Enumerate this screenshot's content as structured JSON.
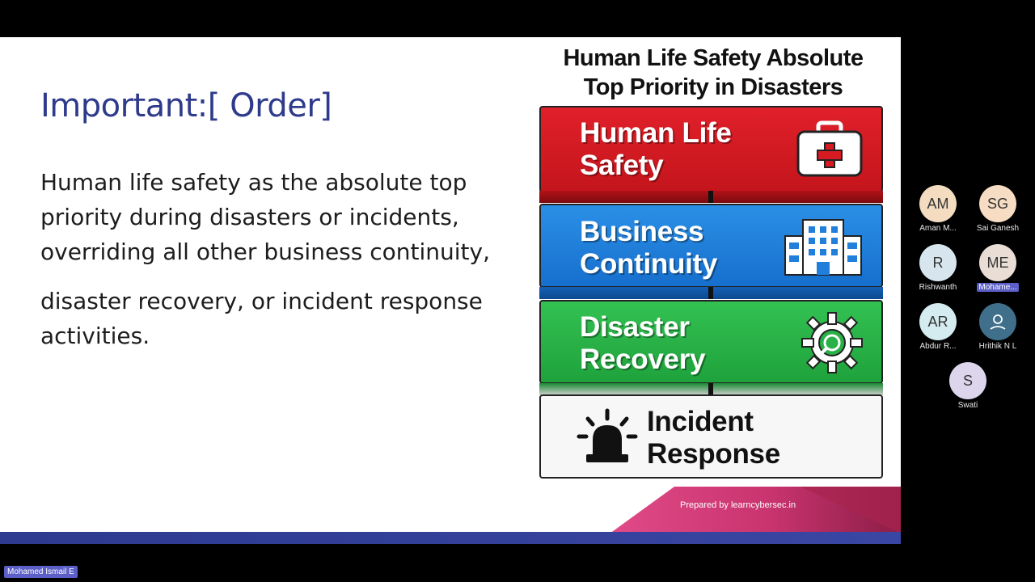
{
  "slide": {
    "title": "Important:[ Order]",
    "paragraph1": "Human life safety as the absolute top priority during disasters or incidents, overriding all other business continuity,",
    "paragraph2": "disaster recovery, or incident response activities."
  },
  "infographic": {
    "title_line1": "Human Life Safety Absolute",
    "title_line2": "Top Priority in Disasters",
    "blocks": [
      {
        "line1": "Human Life",
        "line2": "Safety",
        "color": "#d81b22",
        "icon": "first-aid-kit-icon"
      },
      {
        "line1": "Business",
        "line2": "Continuity",
        "color": "#1f7fdb",
        "icon": "office-building-icon"
      },
      {
        "line1": "Disaster",
        "line2": "Recovery",
        "color": "#27b146",
        "icon": "gear-recovery-icon"
      },
      {
        "line1": "Incident",
        "line2": "Response",
        "color": "#f7f7f7",
        "icon": "alarm-siren-icon"
      }
    ],
    "prepared_by": "Prepared by learncybersec.in"
  },
  "participants": [
    {
      "initials": "AM",
      "name": "Aman M...",
      "color": "#f3dcc0"
    },
    {
      "initials": "SG",
      "name": "Sai Ganesh",
      "color": "#f6dcc2"
    },
    {
      "initials": "R",
      "name": "Rishwanth",
      "color": "#d7e6ee"
    },
    {
      "initials": "ME",
      "name": "Mohame...",
      "color": "#e9ddd6",
      "active": true
    },
    {
      "initials": "AR",
      "name": "Abdur R...",
      "color": "#d4ecef"
    },
    {
      "initials": "",
      "name": "Hrithik N L",
      "color": "#3f6f8a",
      "icon": "user-icon"
    },
    {
      "initials": "S",
      "name": "Swati",
      "color": "#dcd5ec"
    }
  ],
  "presenter": {
    "name": "Mohamed Ismail E"
  },
  "colors": {
    "slide_title": "#2e3a8c",
    "bottom_bar": "#2d3a8f",
    "active_name": "#5b5fc7"
  }
}
